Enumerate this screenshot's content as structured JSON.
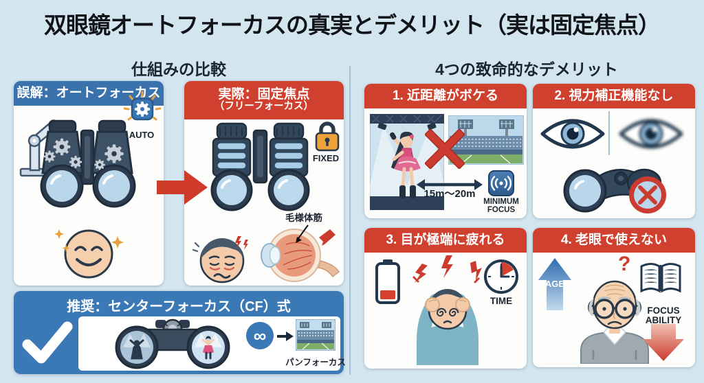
{
  "title": "双眼鏡オートフォーカスの真実とデメリット（実は固定焦点）",
  "left": {
    "heading": "仕組みの比較",
    "misconception": {
      "header": "誤解：オートフォーカス",
      "auto_label": "AUTO"
    },
    "reality": {
      "header_line1": "実際：固定焦点",
      "header_line2": "（フリーフォーカス）",
      "fixed_label": "FIXED",
      "ciliary_label": "毛様体筋"
    },
    "recommend": {
      "header": "推奨：センターフォーカス（CF）式",
      "infinity_symbol": "∞",
      "pan_focus_label": "パンフォーカス"
    }
  },
  "right": {
    "heading": "4つの致命的なデメリット",
    "cards": [
      {
        "title": "1. 近距離がボケる",
        "distance_label": "15m～20m",
        "badge_line1": "MINIMUM",
        "badge_line2": "FOCUS"
      },
      {
        "title": "2. 視力補正機能なし"
      },
      {
        "title": "3. 目が極端に疲れる",
        "time_label": "TIME"
      },
      {
        "title": "4. 老眼で使えない",
        "age_label": "AGE",
        "question_mark": "?",
        "focus_line1": "FOCUS",
        "focus_line2": "ABILITY"
      }
    ]
  },
  "colors": {
    "background": "#d3e5ef",
    "blue": "#3a72ad",
    "red": "#d0402e",
    "orange": "#eda33c"
  }
}
